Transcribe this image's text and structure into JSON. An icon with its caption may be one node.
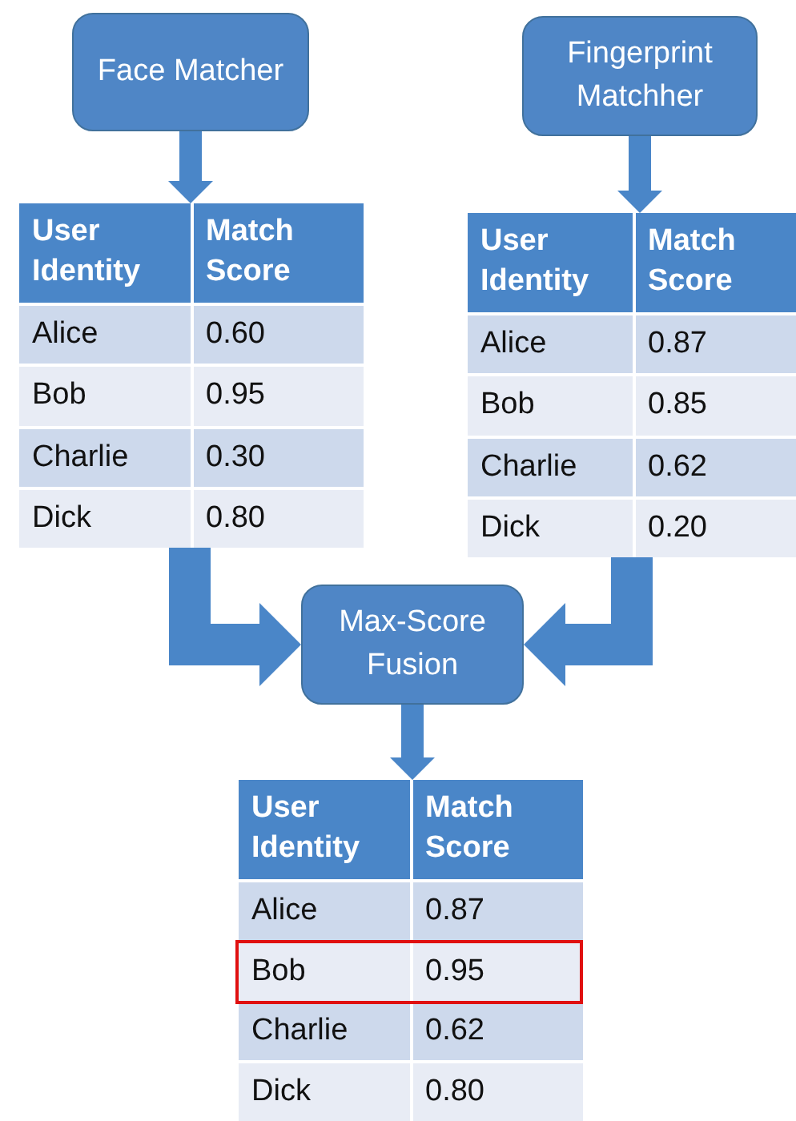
{
  "diagram": {
    "nodes": [
      {
        "text": [
          "Face Matcher"
        ]
      },
      {
        "text": [
          "Fingerprint Matchher"
        ]
      },
      {
        "text": [
          "User Identity",
          "Match Score",
          "Alice",
          "0.60",
          "Bob",
          "0.95",
          "Charlie",
          "0.30",
          "Dick",
          "0.80"
        ]
      },
      {
        "text": [
          "User Identity",
          "Match Score",
          "Alice",
          "0.87",
          "Bob",
          "0.85",
          "Charlie",
          "0.62",
          "Dick",
          "0.20"
        ]
      },
      {
        "text": [
          "Max-Score Fusion"
        ]
      },
      {
        "text": [
          "User Identity",
          "Match Score",
          "Alice",
          "0.87",
          "Bob",
          "0.95",
          "Charlie",
          "0.62",
          "Dick",
          "0.80"
        ]
      }
    ],
    "edges": [
      {
        "from": 0,
        "to": 2,
        "arrow": "to"
      },
      {
        "from": 1,
        "to": 3,
        "arrow": "to"
      },
      {
        "from": 2,
        "to": 4,
        "arrow": "to"
      },
      {
        "from": 3,
        "to": 4,
        "arrow": "to"
      },
      {
        "from": 4,
        "to": 5,
        "arrow": "to"
      }
    ]
  }
}
